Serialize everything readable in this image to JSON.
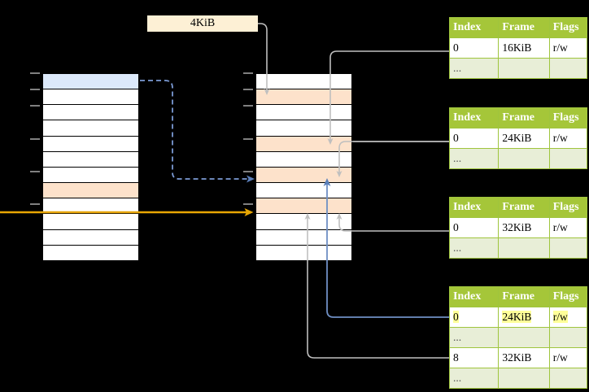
{
  "diagram": {
    "title_label": "4KiB",
    "background_color": "#000000",
    "accent_green": "#a5c639",
    "accent_green_light": "#e8eed7",
    "highlight_yellow": "#ffff99",
    "row_blue": "#dce9fa",
    "row_peach": "#fde2cb",
    "arrow_orange": "#e8a603",
    "arrow_blue": "#6f8fc4",
    "wire_gray": "#bfbfbf"
  },
  "left_column": {
    "name": "left-memory-column",
    "row_count": 12,
    "rows": [
      {
        "index": 0,
        "fill": "blue"
      },
      {
        "index": 1,
        "fill": "white"
      },
      {
        "index": 2,
        "fill": "white"
      },
      {
        "index": 3,
        "fill": "white"
      },
      {
        "index": 4,
        "fill": "white"
      },
      {
        "index": 5,
        "fill": "white"
      },
      {
        "index": 6,
        "fill": "white"
      },
      {
        "index": 7,
        "fill": "peach"
      },
      {
        "index": 8,
        "fill": "white"
      },
      {
        "index": 9,
        "fill": "white"
      },
      {
        "index": 10,
        "fill": "white"
      },
      {
        "index": 11,
        "fill": "white"
      }
    ],
    "tick_rows": [
      0,
      1,
      2,
      4,
      6,
      8
    ]
  },
  "middle_column": {
    "name": "middle-memory-column",
    "row_count": 12,
    "rows": [
      {
        "index": 0,
        "fill": "white"
      },
      {
        "index": 1,
        "fill": "peach"
      },
      {
        "index": 2,
        "fill": "white"
      },
      {
        "index": 3,
        "fill": "white"
      },
      {
        "index": 4,
        "fill": "peach"
      },
      {
        "index": 5,
        "fill": "white"
      },
      {
        "index": 6,
        "fill": "peach"
      },
      {
        "index": 7,
        "fill": "white"
      },
      {
        "index": 8,
        "fill": "peach"
      },
      {
        "index": 9,
        "fill": "white"
      },
      {
        "index": 10,
        "fill": "white"
      },
      {
        "index": 11,
        "fill": "white"
      }
    ],
    "tick_rows": [
      0,
      1,
      2,
      4,
      6,
      8
    ]
  },
  "tables": [
    {
      "name": "page-table-1",
      "columns": [
        "Index",
        "Frame",
        "Flags"
      ],
      "rows": [
        {
          "cells": [
            "0",
            "16KiB",
            "r/w"
          ],
          "style": "plain",
          "highlight": false
        },
        {
          "cells": [
            "...",
            "",
            ""
          ],
          "style": "dim",
          "highlight": false
        }
      ]
    },
    {
      "name": "page-table-2",
      "columns": [
        "Index",
        "Frame",
        "Flags"
      ],
      "rows": [
        {
          "cells": [
            "0",
            "24KiB",
            "r/w"
          ],
          "style": "plain",
          "highlight": false
        },
        {
          "cells": [
            "...",
            "",
            ""
          ],
          "style": "dim",
          "highlight": false
        }
      ]
    },
    {
      "name": "page-table-3",
      "columns": [
        "Index",
        "Frame",
        "Flags"
      ],
      "rows": [
        {
          "cells": [
            "0",
            "32KiB",
            "r/w"
          ],
          "style": "plain",
          "highlight": false
        },
        {
          "cells": [
            "...",
            "",
            ""
          ],
          "style": "dim",
          "highlight": false
        }
      ]
    },
    {
      "name": "page-table-4",
      "columns": [
        "Index",
        "Frame",
        "Flags"
      ],
      "rows": [
        {
          "cells": [
            "0",
            "24KiB",
            "r/w"
          ],
          "style": "plain",
          "highlight": true
        },
        {
          "cells": [
            "...",
            "",
            ""
          ],
          "style": "dim",
          "highlight": false
        },
        {
          "cells": [
            "8",
            "32KiB",
            "r/w"
          ],
          "style": "plain",
          "highlight": false
        },
        {
          "cells": [
            "...",
            "",
            ""
          ],
          "style": "dim",
          "highlight": false
        }
      ]
    }
  ]
}
